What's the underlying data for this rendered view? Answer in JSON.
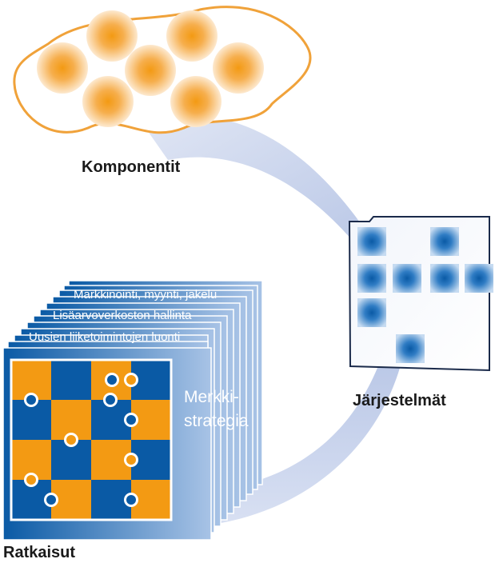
{
  "labels": {
    "components": "Komponentit",
    "systems": "Järjestelmät",
    "solutions": "Ratkaisut"
  },
  "stack_lines": [
    "Markkinointi, myynti, jakelu",
    "Lisäarvoverkoston hallinta",
    "Uusien liiketoimintojen luonti"
  ],
  "side_text": [
    "Merkki-",
    "strategia"
  ],
  "colors": {
    "orange": "#f39a13",
    "blue": "#0a5aa5",
    "arc": "#c8d3ec",
    "blob_outline": "#f0a23a"
  }
}
